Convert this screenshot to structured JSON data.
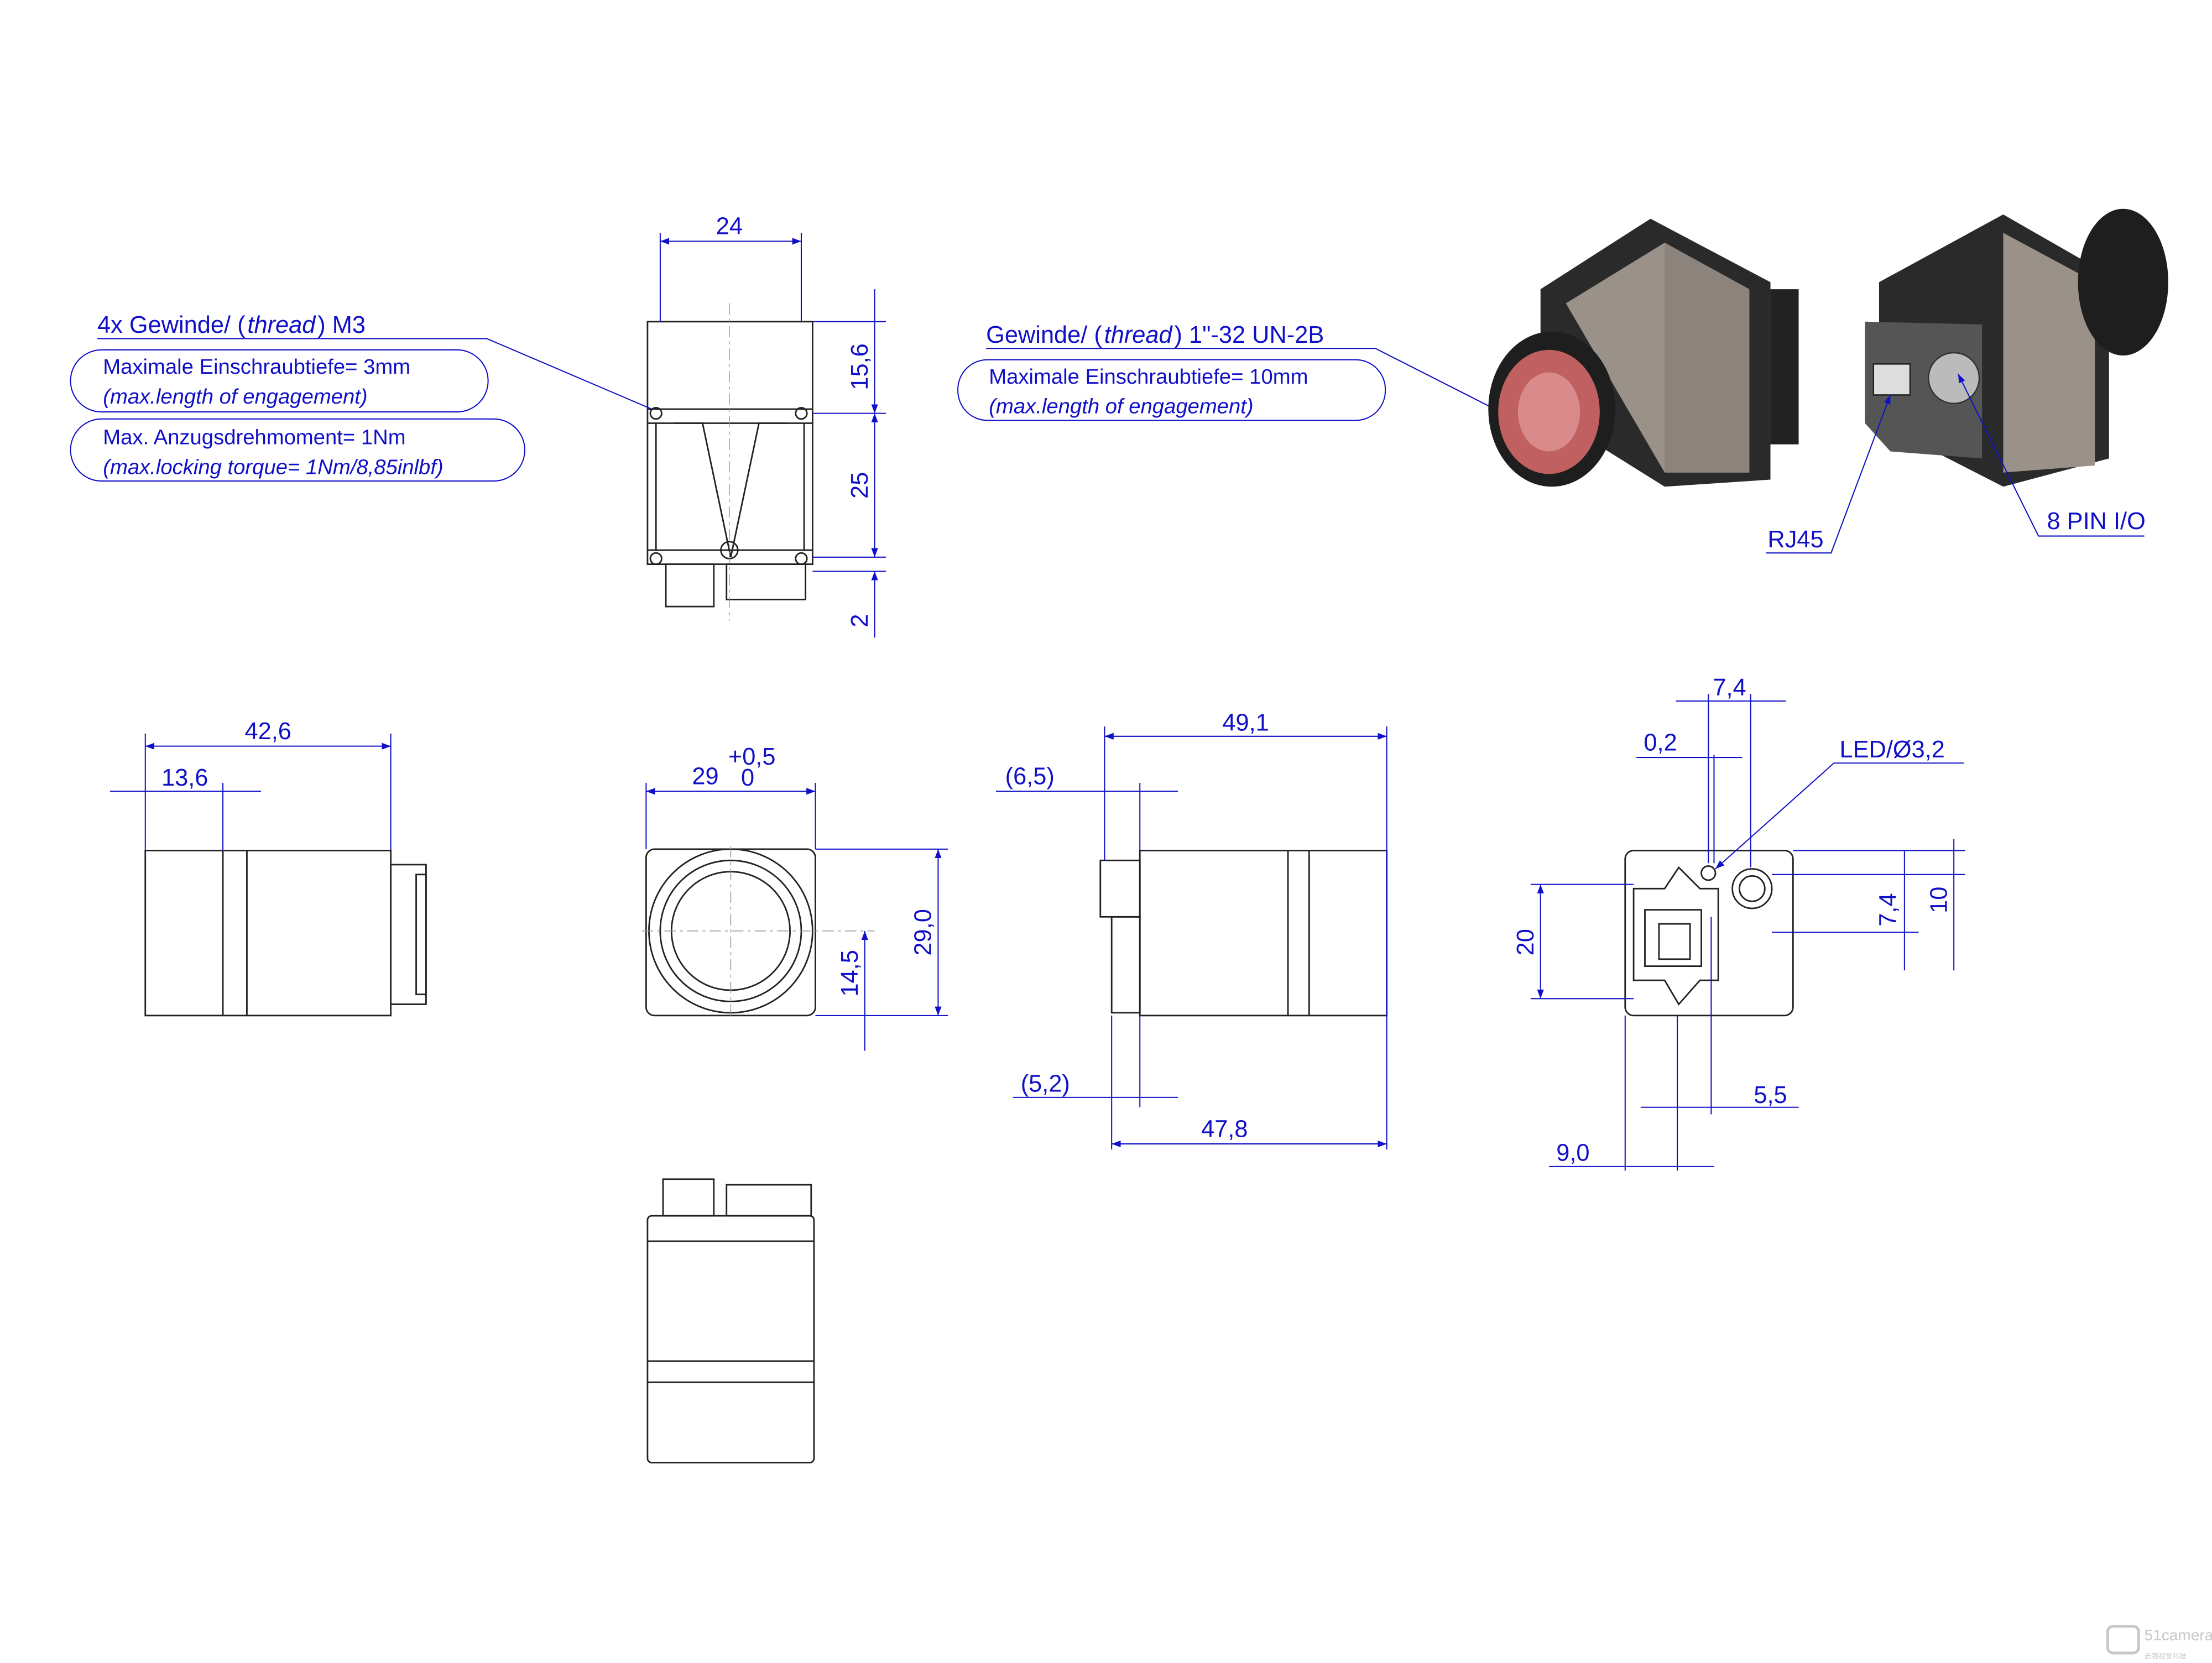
{
  "colors": {
    "dimension": "#1010c8",
    "outline": "#222222",
    "body_dark": "#2a2a2a",
    "body_grey": "#9a9189",
    "lens_red": "#c06060"
  },
  "top_view": {
    "width": "24",
    "heights": [
      "15,6",
      "25",
      "2"
    ]
  },
  "thread_m3": {
    "title_a": "4x Gewinde/ (",
    "title_b": "thread",
    "title_c": ") M3",
    "depth_de": "Maximale Einschraubtiefe= 3mm",
    "depth_en": "(max.length of engagement)",
    "torque_de": "Max. Anzugsdrehmoment= 1Nm",
    "torque_en": "(max.locking torque= 1Nm/8,85inlbf)"
  },
  "thread_lens": {
    "title_a": "Gewinde/ (",
    "title_b": "thread",
    "title_c": ") 1\"-32 UN-2B",
    "depth_de": "Maximale Einschraubtiefe= 10mm",
    "depth_en": "(max.length of engagement)"
  },
  "iso_labels": {
    "rj45": "RJ45",
    "io": "8 PIN I/O"
  },
  "side_view": {
    "overall": "42,6",
    "front": "13,6"
  },
  "front_view": {
    "width": "29",
    "tol_upper": "+0,5",
    "tol_lower": "0",
    "height": "29,0",
    "center": "14,5"
  },
  "right_view": {
    "overall": "49,1",
    "conn": "(6,5)",
    "conn2": "(5,2)",
    "body": "47,8"
  },
  "back_view": {
    "led_offset": "7,4",
    "led_gap": "0,2",
    "led": "LED/Ø3,2",
    "rj_height": "20",
    "io_v": "7,4",
    "io_h": "10",
    "io_x": "5,5",
    "rj_x": "9,0"
  },
  "watermark": {
    "brand": "51camera",
    "sub": "志强视觉科技"
  }
}
